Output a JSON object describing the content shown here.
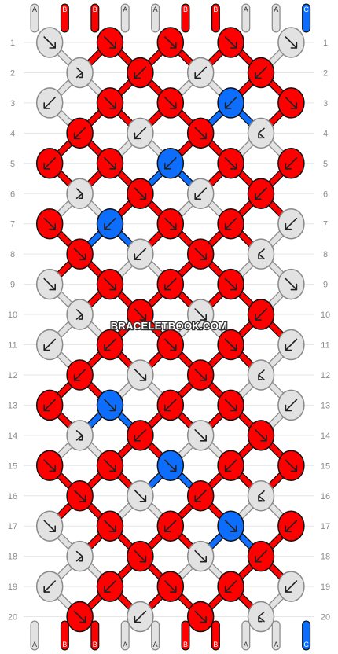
{
  "watermark": "BRACELETBOOK.COM",
  "colors": {
    "A": "#e2e2e2",
    "B": "#ff0000",
    "C": "#0d6efd"
  },
  "strands_top": [
    "A",
    "B",
    "B",
    "A",
    "A",
    "B",
    "B",
    "A",
    "A",
    "C"
  ],
  "strands_bottom": [
    "A",
    "B",
    "B",
    "A",
    "A",
    "B",
    "B",
    "A",
    "A",
    "C"
  ],
  "row_numbers": [
    "1",
    "2",
    "3",
    "4",
    "5",
    "6",
    "7",
    "8",
    "9",
    "10",
    "11",
    "12",
    "13",
    "14",
    "15",
    "16",
    "17",
    "18",
    "19",
    "20"
  ],
  "knot_rows": [
    [
      {
        "c": "A",
        "d": "↘"
      },
      {
        "c": "B",
        "d": "↘"
      },
      {
        "c": "B",
        "d": "↘"
      },
      {
        "c": "B",
        "d": "↘"
      },
      {
        "c": "A",
        "d": "↘"
      }
    ],
    [
      {
        "c": "A",
        "d": "↪"
      },
      {
        "c": "B",
        "d": "↙"
      },
      {
        "c": "A",
        "d": "↙"
      },
      {
        "c": "B",
        "d": "↙"
      }
    ],
    [
      {
        "c": "A",
        "d": "↙"
      },
      {
        "c": "B",
        "d": "↘"
      },
      {
        "c": "B",
        "d": "↘"
      },
      {
        "c": "C",
        "d": "↙"
      },
      {
        "c": "B",
        "d": "↘"
      }
    ],
    [
      {
        "c": "B",
        "d": "↙"
      },
      {
        "c": "A",
        "d": "↙"
      },
      {
        "c": "B",
        "d": "↘"
      },
      {
        "c": "A",
        "d": "↩"
      }
    ],
    [
      {
        "c": "B",
        "d": "↙"
      },
      {
        "c": "B",
        "d": "↘"
      },
      {
        "c": "C",
        "d": "↙"
      },
      {
        "c": "B",
        "d": "↘"
      },
      {
        "c": "B",
        "d": "↙"
      }
    ],
    [
      {
        "c": "A",
        "d": "↪"
      },
      {
        "c": "B",
        "d": "↘"
      },
      {
        "c": "A",
        "d": "↙"
      },
      {
        "c": "B",
        "d": "↙"
      }
    ],
    [
      {
        "c": "B",
        "d": "↘"
      },
      {
        "c": "C",
        "d": "↙"
      },
      {
        "c": "B",
        "d": "↘"
      },
      {
        "c": "B",
        "d": "↙"
      },
      {
        "c": "A",
        "d": "↙"
      }
    ],
    [
      {
        "c": "B",
        "d": "↘"
      },
      {
        "c": "A",
        "d": "↙"
      },
      {
        "c": "B",
        "d": "↘"
      },
      {
        "c": "A",
        "d": "↩"
      }
    ],
    [
      {
        "c": "A",
        "d": "↘"
      },
      {
        "c": "B",
        "d": "↘"
      },
      {
        "c": "B",
        "d": "↙"
      },
      {
        "c": "B",
        "d": "↘"
      },
      {
        "c": "A",
        "d": "↘"
      }
    ],
    [
      {
        "c": "A",
        "d": "↪"
      },
      {
        "c": "B",
        "d": "↘"
      },
      {
        "c": "A",
        "d": "↘"
      },
      {
        "c": "B",
        "d": "↙"
      }
    ],
    [
      {
        "c": "A",
        "d": "↙"
      },
      {
        "c": "B",
        "d": "↙"
      },
      {
        "c": "B",
        "d": "↘"
      },
      {
        "c": "B",
        "d": "↘"
      },
      {
        "c": "A",
        "d": "↙"
      }
    ],
    [
      {
        "c": "B",
        "d": "↙"
      },
      {
        "c": "A",
        "d": "↘"
      },
      {
        "c": "B",
        "d": "↘"
      },
      {
        "c": "A",
        "d": "↩"
      }
    ],
    [
      {
        "c": "B",
        "d": "↙"
      },
      {
        "c": "C",
        "d": "↘"
      },
      {
        "c": "B",
        "d": "↙"
      },
      {
        "c": "B",
        "d": "↘"
      },
      {
        "c": "A",
        "d": "↙"
      }
    ],
    [
      {
        "c": "A",
        "d": "↪"
      },
      {
        "c": "B",
        "d": "↙"
      },
      {
        "c": "A",
        "d": "↘"
      },
      {
        "c": "B",
        "d": "↘"
      }
    ],
    [
      {
        "c": "B",
        "d": "↘"
      },
      {
        "c": "B",
        "d": "↘"
      },
      {
        "c": "C",
        "d": "↘"
      },
      {
        "c": "B",
        "d": "↙"
      },
      {
        "c": "B",
        "d": "↘"
      }
    ],
    [
      {
        "c": "B",
        "d": "↘"
      },
      {
        "c": "A",
        "d": "↘"
      },
      {
        "c": "B",
        "d": "↙"
      },
      {
        "c": "A",
        "d": "↩"
      }
    ],
    [
      {
        "c": "A",
        "d": "↘"
      },
      {
        "c": "B",
        "d": "↘"
      },
      {
        "c": "B",
        "d": "↙"
      },
      {
        "c": "C",
        "d": "↘"
      },
      {
        "c": "B",
        "d": "↙"
      }
    ],
    [
      {
        "c": "A",
        "d": "↪"
      },
      {
        "c": "B",
        "d": "↘"
      },
      {
        "c": "A",
        "d": "↘"
      },
      {
        "c": "B",
        "d": "↙"
      }
    ],
    [
      {
        "c": "A",
        "d": "↙"
      },
      {
        "c": "B",
        "d": "↙"
      },
      {
        "c": "B",
        "d": "↘"
      },
      {
        "c": "B",
        "d": "↙"
      },
      {
        "c": "A",
        "d": "↙"
      }
    ],
    [
      {
        "c": "B",
        "d": "↘"
      },
      {
        "c": "A",
        "d": "↙"
      },
      {
        "c": "B",
        "d": "↘"
      },
      {
        "c": "A",
        "d": "↩"
      }
    ]
  ]
}
